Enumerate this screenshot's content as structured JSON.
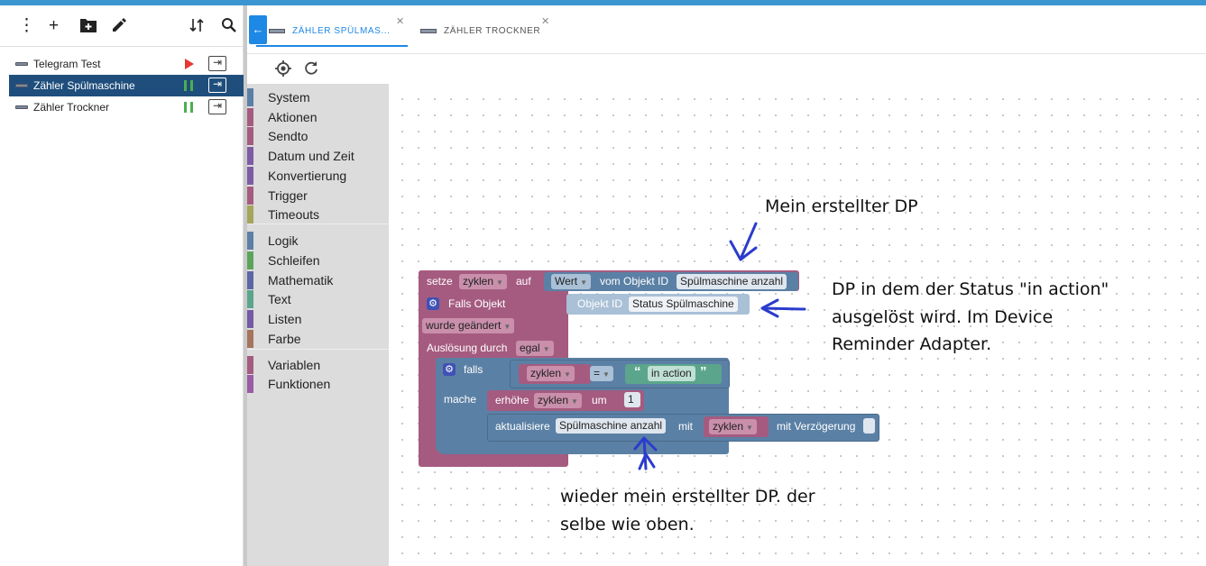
{
  "sidebar": {
    "scripts": [
      {
        "name": "Telegram Test",
        "state": "play"
      },
      {
        "name": "Zähler Spülmaschine",
        "state": "pause",
        "selected": true
      },
      {
        "name": "Zähler Trockner",
        "state": "pause"
      }
    ]
  },
  "tabs": [
    {
      "label": "ZÄHLER SPÜLMAS...",
      "active": true
    },
    {
      "label": "ZÄHLER TROCKNER",
      "active": false
    }
  ],
  "toolbox": [
    {
      "label": "System",
      "color": "#5b80a5"
    },
    {
      "label": "Aktionen",
      "color": "#a55b80"
    },
    {
      "label": "Sendto",
      "color": "#a55b80"
    },
    {
      "label": "Datum und Zeit",
      "color": "#7f5ba5"
    },
    {
      "label": "Konvertierung",
      "color": "#7f5ba5"
    },
    {
      "label": "Trigger",
      "color": "#a55b80"
    },
    {
      "label": "Timeouts",
      "color": "#a5a55b"
    },
    {
      "label": "Logik",
      "color": "#5b80a5"
    },
    {
      "label": "Schleifen",
      "color": "#5ba55b"
    },
    {
      "label": "Mathematik",
      "color": "#5b67a5"
    },
    {
      "label": "Text",
      "color": "#5ba58c"
    },
    {
      "label": "Listen",
      "color": "#745ba5"
    },
    {
      "label": "Farbe",
      "color": "#a5745b"
    },
    {
      "label": "Variablen",
      "color": "#a55b80"
    },
    {
      "label": "Funktionen",
      "color": "#995ba5"
    }
  ],
  "blocks": {
    "setze": "setze",
    "var1": "zyklen",
    "auf": "auf",
    "wert": "Wert",
    "vom_objekt": "vom Objekt ID",
    "obj1": "Spülmaschine anzahl",
    "falls_objekt": "Falls Objekt",
    "objekt_id_label": "Objekt ID",
    "obj2": "Status Spülmaschine",
    "wurde_geaendert": "wurde geändert",
    "ausloesung": "Auslösung durch",
    "egal": "egal",
    "falls": "falls",
    "var2": "zyklen",
    "eq": "=",
    "str_open": "“",
    "str_val": "in action",
    "str_close": "”",
    "mache": "mache",
    "erhoehe": "erhöhe",
    "var3": "zyklen",
    "um": "um",
    "num": "1",
    "aktualisiere": "aktualisiere",
    "obj3": "Spülmaschine anzahl",
    "mit": "mit",
    "var4": "zyklen",
    "verzoegerung": "mit Verzögerung"
  },
  "annotations": {
    "a1": "Mein erstellter DP",
    "a2_l1": "DP in dem der Status  \"in action\"",
    "a2_l2": "ausgelöst wird. Im Device",
    "a2_l3": "Reminder Adapter.",
    "a3_l1": "wieder mein erstellter DP. der",
    "a3_l2": "selbe wie oben."
  },
  "colors": {
    "accent": "#1e88e5",
    "selected_row": "#1f4e7c",
    "block_trigger": "#a55b80",
    "block_logic": "#5b80a5",
    "block_text": "#5ba58c",
    "annotation_ink": "#2b3ccc"
  },
  "icons": [
    "more-vert-icon",
    "add-icon",
    "new-folder-icon",
    "edit-icon",
    "sort-icon",
    "search-icon",
    "script-icon",
    "play-icon",
    "pause-icon",
    "export-icon",
    "back-arrow-icon",
    "close-icon",
    "locate-icon",
    "refresh-icon",
    "gear-icon"
  ]
}
